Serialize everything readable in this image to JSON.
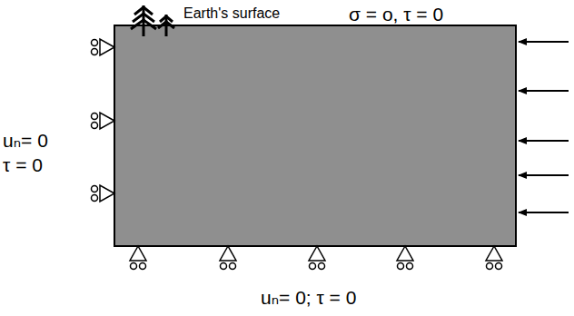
{
  "diagram": {
    "labels": [
      "Earth's surface",
      "σ = o,   τ = 0",
      "uₙ= 0",
      "τ = 0",
      "uₙ= 0; τ = 0"
    ]
  }
}
